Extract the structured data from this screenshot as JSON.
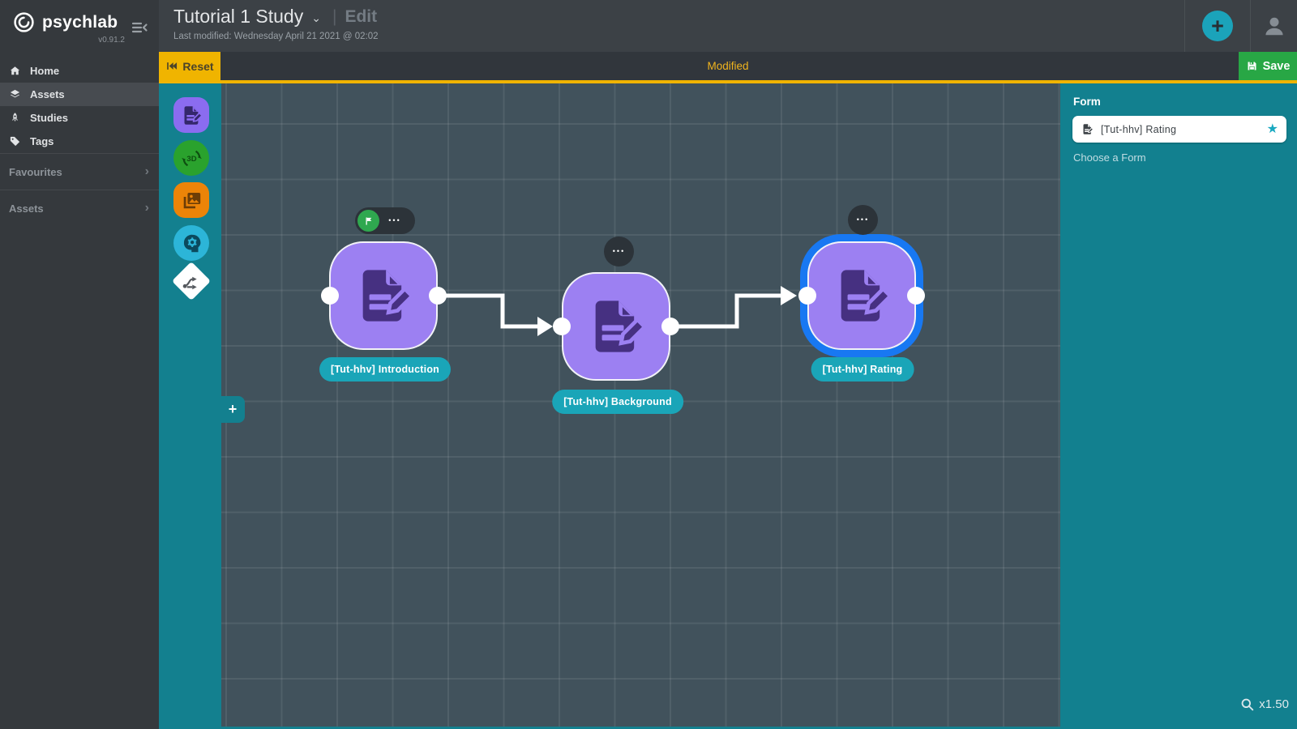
{
  "app": {
    "name": "psychlab",
    "version": "v0.91.2"
  },
  "topbar": {
    "title": "Tutorial 1 Study",
    "mode_label": "Edit",
    "last_modified": "Last modified: Wednesday April 21 2021 @ 02:02"
  },
  "statusbar": {
    "reset": "Reset",
    "status": "Modified",
    "save": "Save"
  },
  "sidebar": {
    "items": [
      {
        "label": "Home"
      },
      {
        "label": "Assets"
      },
      {
        "label": "Studies"
      },
      {
        "label": "Tags"
      }
    ],
    "sections": [
      {
        "label": "Favourites"
      },
      {
        "label": "Assets"
      }
    ]
  },
  "toolbar": {
    "tool_3d_label": "3D"
  },
  "canvas": {
    "nodes": [
      {
        "label": "[Tut-hhv] Introduction"
      },
      {
        "label": "[Tut-hhv] Background"
      },
      {
        "label": "[Tut-hhv] Rating"
      }
    ],
    "zoom_level": "x1.50"
  },
  "panel": {
    "title": "Form",
    "selected_form": "[Tut-hhv] Rating",
    "hint": "Choose a Form"
  },
  "glyphs": {
    "plus": "+",
    "ellipsis": "•••",
    "star": "★",
    "chevron_down": "⌄",
    "chevron_right": "›",
    "pipe": "|"
  },
  "colors": {
    "teal_panel": "#12808f",
    "teal_accent": "#1aa5b8",
    "amber": "#f0b400",
    "green_save": "#28a745",
    "node_purple": "#9c80f2",
    "node_icon_purple": "#463081",
    "selection_blue": "#1878f2",
    "canvas_bg": "#41525c"
  }
}
